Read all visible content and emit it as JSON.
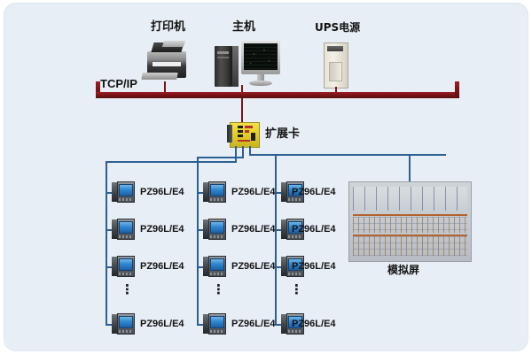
{
  "diagram": {
    "title": "Power monitoring system network topology",
    "background_color": "#e7eef5",
    "bus": {
      "label": "TCP/IP",
      "color": "#7d1418"
    },
    "wire_color": "#2c5f92"
  },
  "top_devices": [
    {
      "id": "printer",
      "label": "打印机",
      "icon": "printer-icon"
    },
    {
      "id": "host",
      "label": "主机",
      "icon": "desktop-computer-icon"
    },
    {
      "id": "ups",
      "label": "UPS电源",
      "icon": "ups-cabinet-icon"
    }
  ],
  "expansion_card": {
    "label": "扩展卡",
    "icon": "expansion-card-icon"
  },
  "mimic_panel": {
    "label": "模拟屏",
    "icon": "mimic-panel-icon"
  },
  "meter_model": "PZ96L/E4",
  "ellipsis_glyph": "⋮",
  "meter_columns": [
    {
      "id": "column-1",
      "meters": [
        {
          "label": "PZ96L/E4"
        },
        {
          "label": "PZ96L/E4"
        },
        {
          "label": "PZ96L/E4"
        },
        {
          "label": "PZ96L/E4"
        }
      ]
    },
    {
      "id": "column-2",
      "meters": [
        {
          "label": "PZ96L/E4"
        },
        {
          "label": "PZ96L/E4"
        },
        {
          "label": "PZ96L/E4"
        },
        {
          "label": "PZ96L/E4"
        }
      ]
    },
    {
      "id": "column-3",
      "meters": [
        {
          "label": "PZ96L/E4"
        },
        {
          "label": "PZ96L/E4"
        },
        {
          "label": "PZ96L/E4"
        },
        {
          "label": "PZ96L/E4"
        }
      ]
    }
  ]
}
